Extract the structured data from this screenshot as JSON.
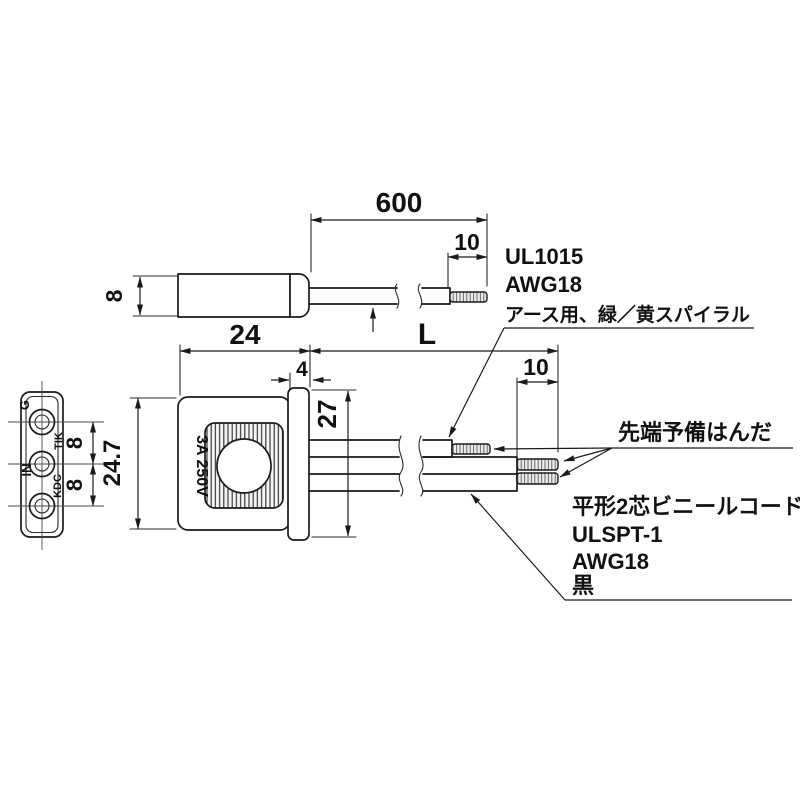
{
  "colors": {
    "line": "#1a1a1a",
    "text": "#111111",
    "background": "#ffffff"
  },
  "dims": {
    "wire_length": "600",
    "ground_strip_top": "10",
    "plug_body_dia": "8",
    "plug_length": "24",
    "cord_length": "L",
    "flange_width": "4",
    "flange_height": "27",
    "body_width": "24.7",
    "pin_pitch_top": "8",
    "pin_pitch_bottom": "8",
    "strip_length": "10"
  },
  "markings": {
    "rating": "3A 250V",
    "ground_pin": "G",
    "in_mark": "IN",
    "kdc_mark": "KDC",
    "tik_mark": "TIK"
  },
  "notes": {
    "ground_wire": {
      "line1": "UL1015",
      "line2": "AWG18",
      "line3": "アース用、緑／黄スパイラル"
    },
    "solder": "先端予備はんだ",
    "cord": {
      "line1": "平形2芯ビニールコード",
      "line2": "ULSPT-1",
      "line3": "AWG18",
      "line4": "黒"
    }
  }
}
